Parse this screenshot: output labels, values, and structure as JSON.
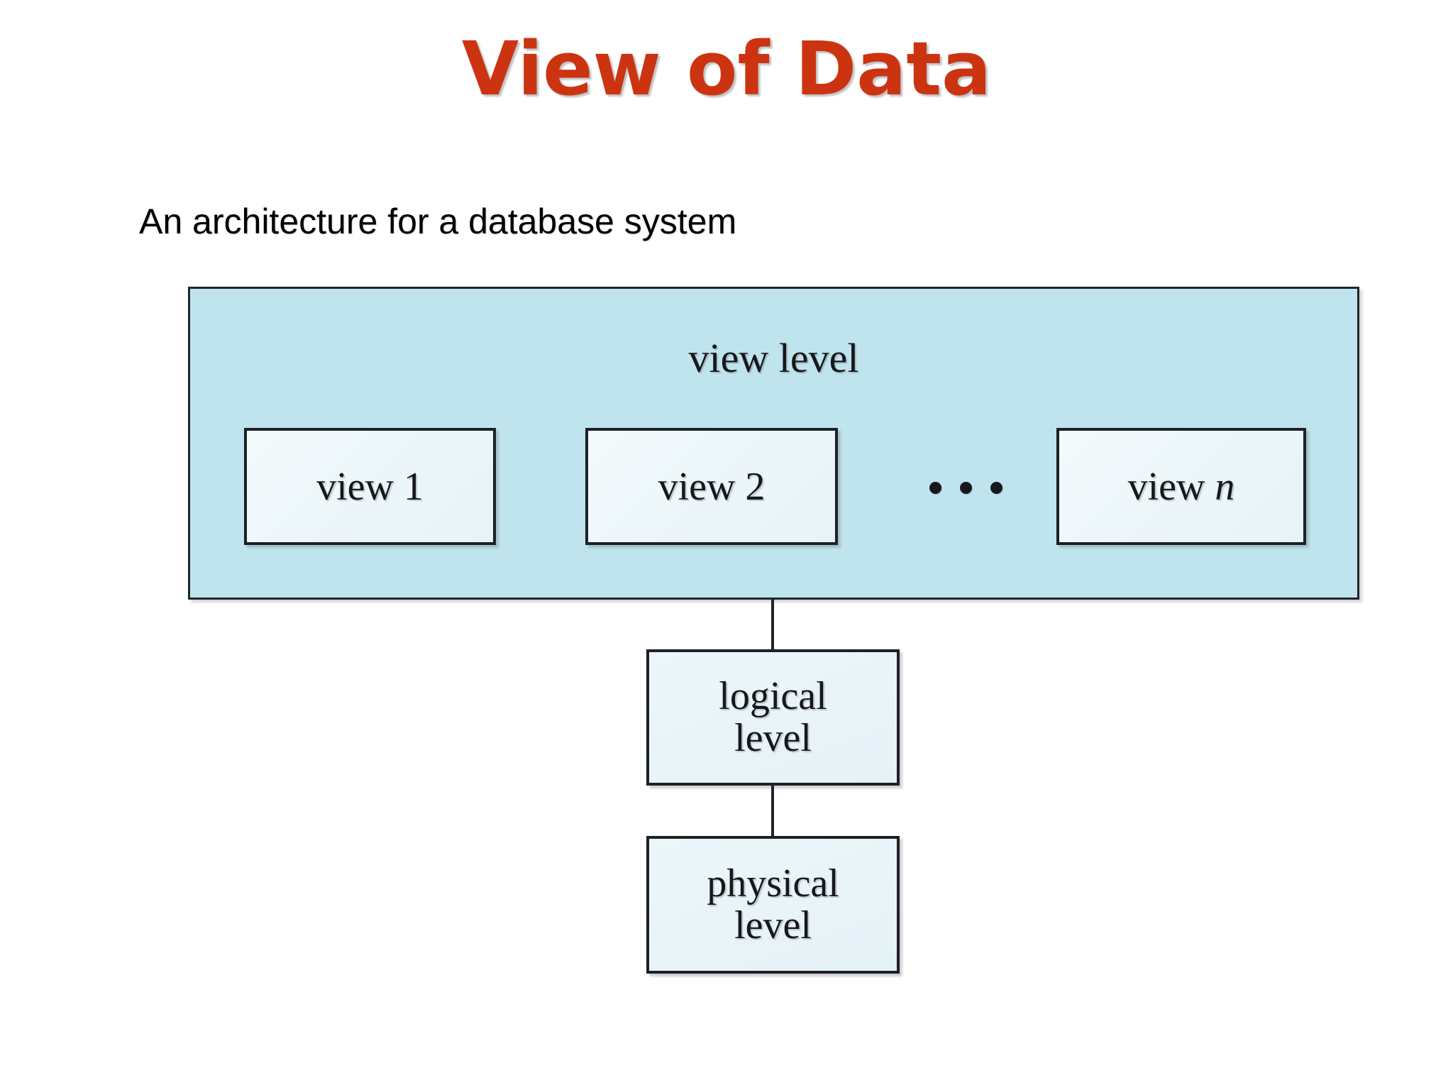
{
  "slide": {
    "title": "View of Data",
    "title_color": "#cc3311",
    "subtitle": "An architecture for a database system",
    "background_color": "#ffffff"
  },
  "diagram": {
    "type": "three-level-database-architecture",
    "view_level": {
      "label": "view level",
      "container_fill": "#bfe4ee",
      "border_color": "#20242b",
      "views": [
        {
          "label": "view 1",
          "italic_suffix": ""
        },
        {
          "label": "view 2",
          "italic_suffix": ""
        },
        {
          "label": "view ",
          "italic_suffix": "n"
        }
      ],
      "ellipsis": "…",
      "ellipsis_dots": 3
    },
    "levels": [
      {
        "name": "logical-level",
        "label": "logical\nlevel",
        "fill": "#e8f4f8"
      },
      {
        "name": "physical-level",
        "label": "physical\nlevel",
        "fill": "#e8f4f8"
      }
    ],
    "connectors": [
      {
        "from": "view-level",
        "to": "logical-level"
      },
      {
        "from": "logical-level",
        "to": "physical-level"
      }
    ]
  }
}
